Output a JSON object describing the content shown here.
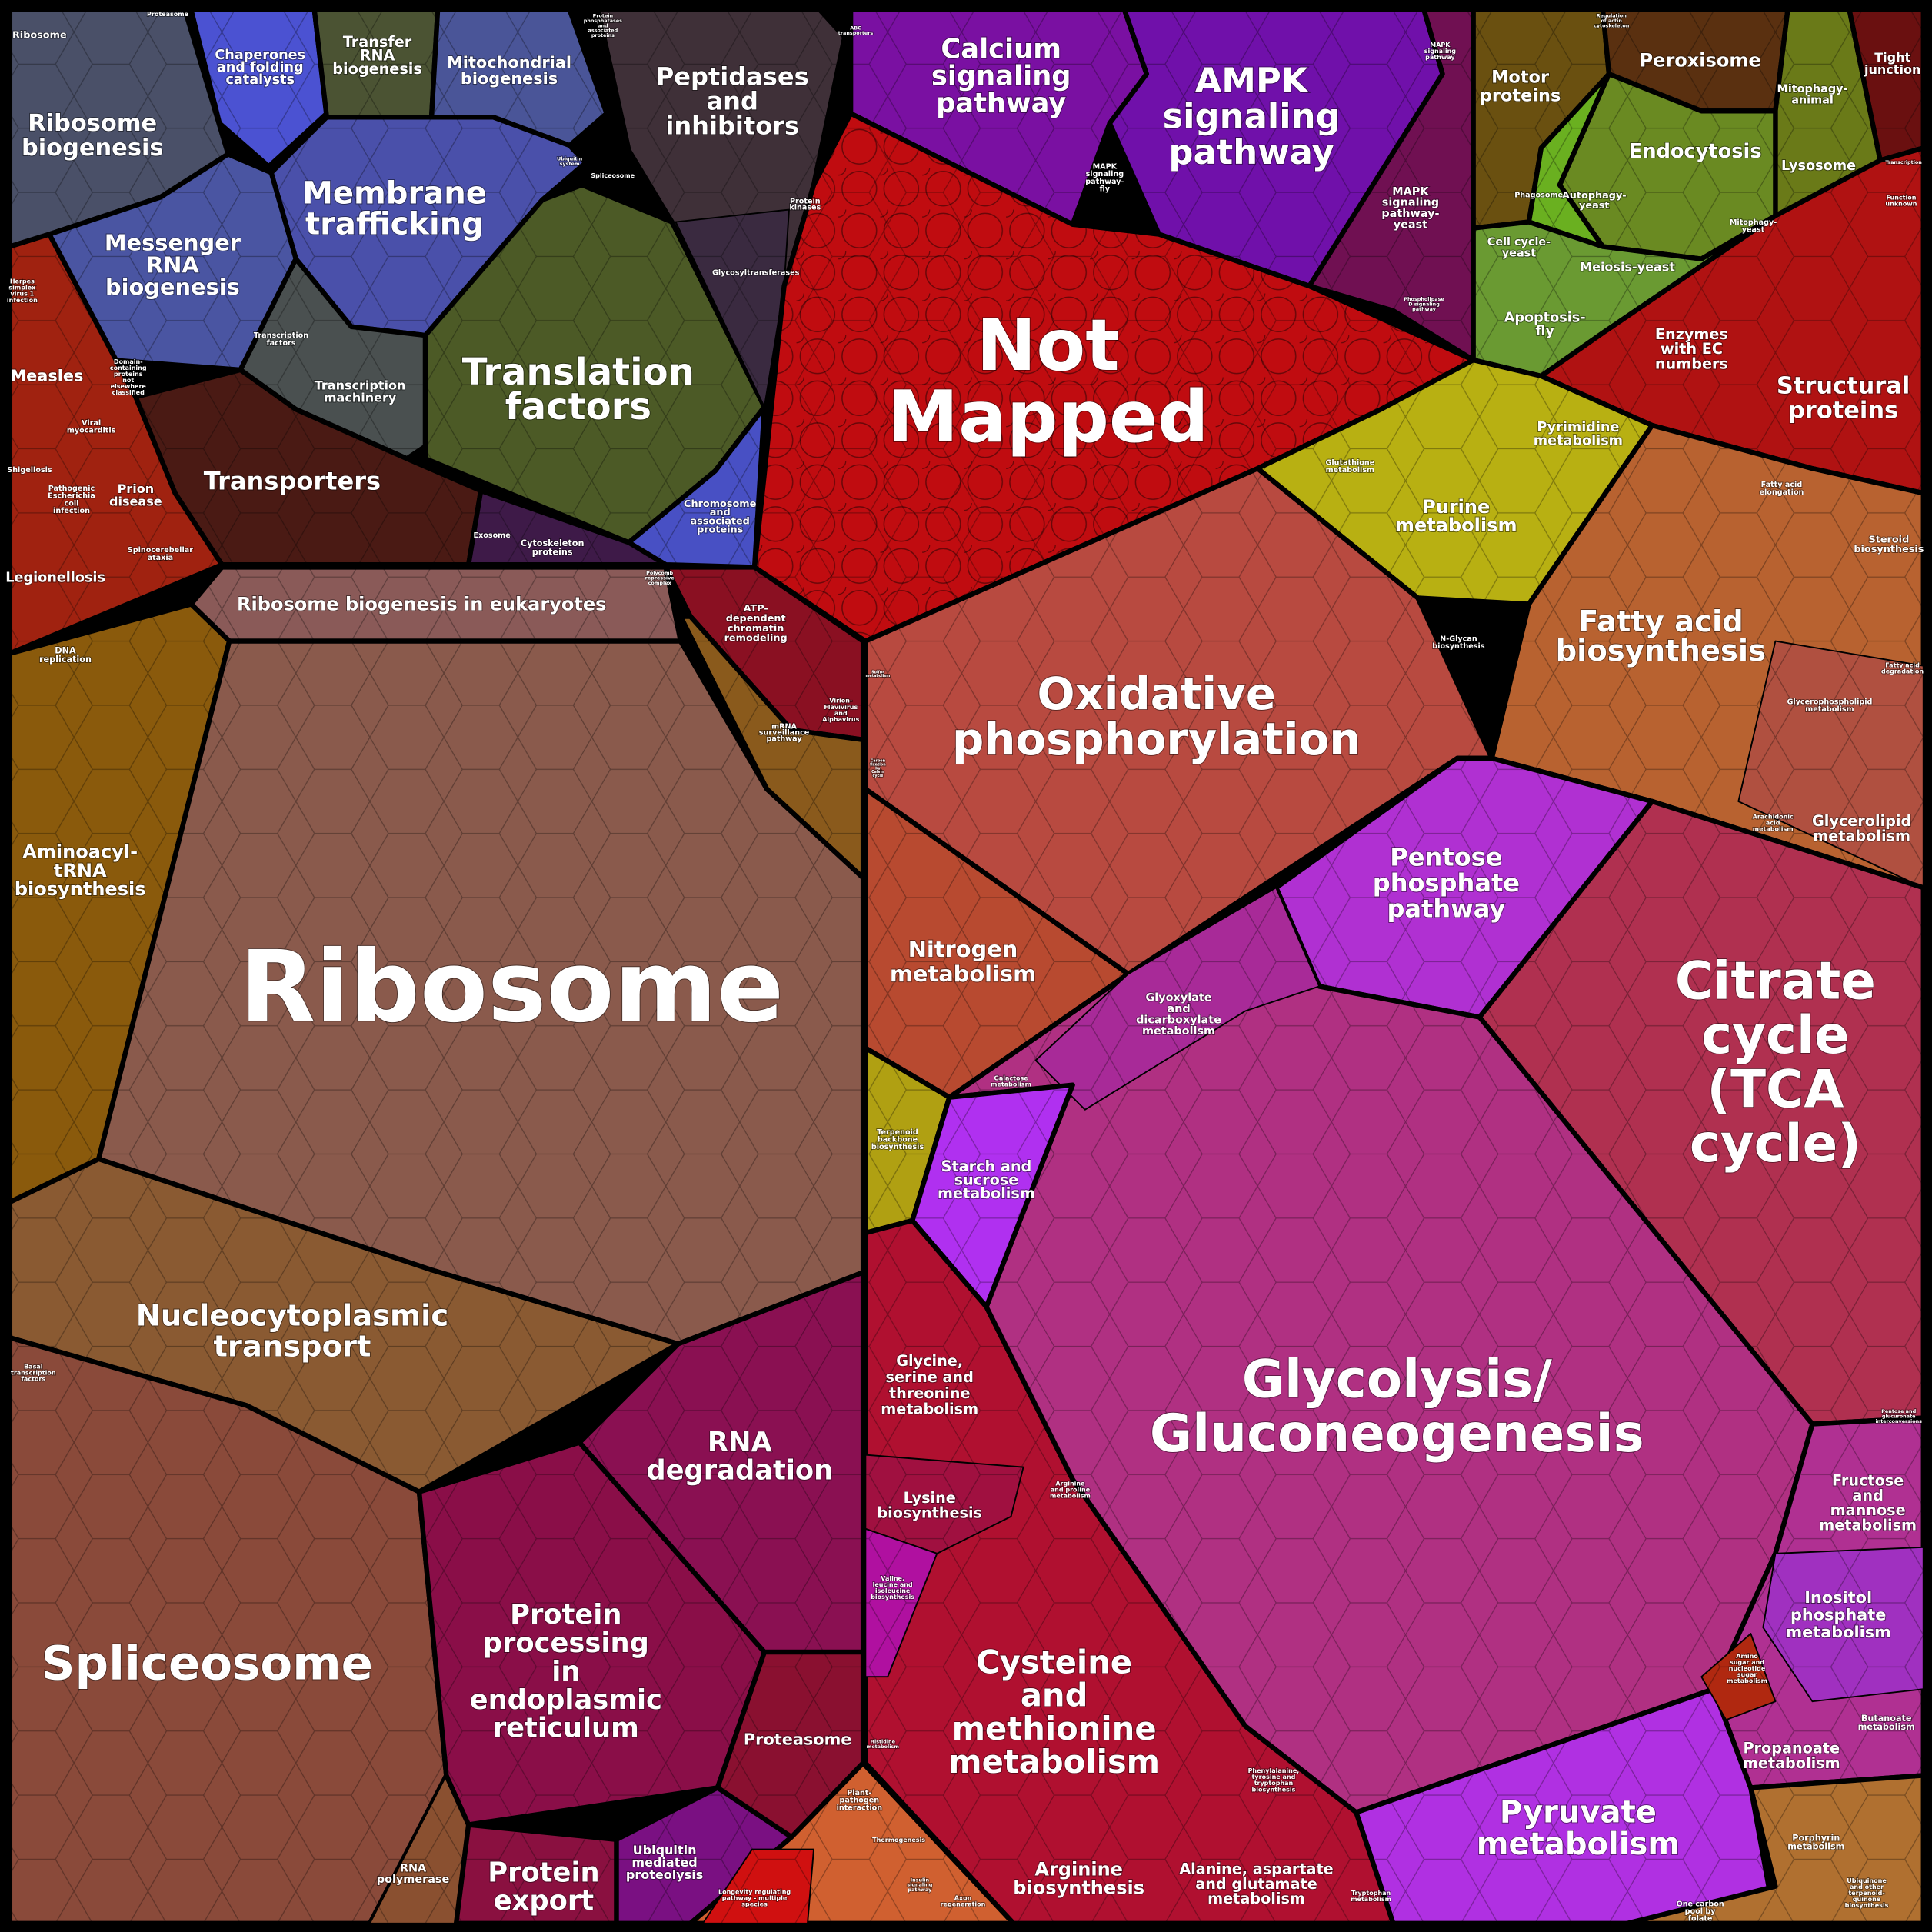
{
  "labels": {
    "ribosome": {
      "lines": [
        "Ribosome"
      ]
    },
    "not_mapped": {
      "lines": [
        "Not",
        "Mapped"
      ]
    },
    "glycolysis": {
      "lines": [
        "Glycolysis/",
        "Gluconeogenesis"
      ]
    },
    "citrate": {
      "lines": [
        "Citrate",
        "cycle",
        "(TCA",
        "cycle)"
      ]
    },
    "oxphos": {
      "lines": [
        "Oxidative",
        "phosphorylation"
      ]
    },
    "spliceosome": {
      "lines": [
        "Spliceosome"
      ]
    },
    "nucleo": {
      "lines": [
        "Nucleocytoplasmic",
        "transport"
      ]
    },
    "translation": {
      "lines": [
        "Translation",
        "factors"
      ]
    },
    "membrane": {
      "lines": [
        "Membrane",
        "trafficking"
      ]
    },
    "peptidases": {
      "lines": [
        "Peptidases",
        "and",
        "inhibitors"
      ]
    },
    "mrna": {
      "lines": [
        "Messenger",
        "RNA",
        "biogenesis"
      ]
    },
    "ribo_bio": {
      "lines": [
        "Ribosome",
        "biogenesis"
      ]
    },
    "transporters": {
      "lines": [
        "Transporters"
      ]
    },
    "ampk": {
      "lines": [
        "AMPK",
        "signaling",
        "pathway"
      ]
    },
    "calcium": {
      "lines": [
        "Calcium",
        "signaling",
        "pathway"
      ]
    },
    "fatty_bio": {
      "lines": [
        "Fatty acid",
        "biosynthesis"
      ]
    },
    "pentose": {
      "lines": [
        "Pentose",
        "phosphate",
        "pathway"
      ]
    },
    "nitrogen": {
      "lines": [
        "Nitrogen",
        "metabolism"
      ]
    },
    "cysteine": {
      "lines": [
        "Cysteine",
        "and",
        "methionine",
        "metabolism"
      ]
    },
    "protein_er": {
      "lines": [
        "Protein",
        "processing",
        "in",
        "endoplasmic",
        "reticulum"
      ]
    },
    "rna_deg": {
      "lines": [
        "RNA",
        "degradation"
      ]
    },
    "pyruvate": {
      "lines": [
        "Pyruvate",
        "metabolism"
      ]
    },
    "protein_export": {
      "lines": [
        "Protein",
        "export"
      ]
    },
    "structural": {
      "lines": [
        "Structural",
        "proteins"
      ]
    },
    "aminoacyl": {
      "lines": [
        "Aminoacyl-",
        "tRNA",
        "biosynthesis"
      ]
    },
    "purine": {
      "lines": [
        "Purine",
        "metabolism"
      ]
    },
    "endocytosis": {
      "lines": [
        "Endocytosis"
      ]
    },
    "peroxisome": {
      "lines": [
        "Peroxisome"
      ]
    },
    "motor": {
      "lines": [
        "Motor",
        "proteins"
      ]
    },
    "enzymes_ec": {
      "lines": [
        "Enzymes",
        "with EC",
        "numbers"
      ]
    },
    "glycerolipid": {
      "lines": [
        "Glycerolipid",
        "metabolism"
      ]
    },
    "inositol": {
      "lines": [
        "Inositol",
        "phosphate",
        "metabolism"
      ]
    },
    "fructose": {
      "lines": [
        "Fructose",
        "and",
        "mannose",
        "metabolism"
      ]
    },
    "propanoate": {
      "lines": [
        "Propanoate",
        "metabolism"
      ]
    },
    "glycine": {
      "lines": [
        "Glycine,",
        "serine and",
        "threonine",
        "metabolism"
      ]
    },
    "lysine": {
      "lines": [
        "Lysine",
        "biosynthesis"
      ]
    },
    "starch": {
      "lines": [
        "Starch and",
        "sucrose",
        "metabolism"
      ]
    },
    "arginine": {
      "lines": [
        "Arginine",
        "biosynthesis"
      ]
    },
    "alanine": {
      "lines": [
        "Alanine, aspartate",
        "and glutamate",
        "metabolism"
      ]
    },
    "proteasome": {
      "lines": [
        "Proteasome"
      ]
    },
    "ubiquitin_prot": {
      "lines": [
        "Ubiquitin",
        "mediated",
        "proteolysis"
      ]
    },
    "rna_pol": {
      "lines": [
        "RNA",
        "polymerase"
      ]
    },
    "mito_bio": {
      "lines": [
        "Mitochondrial",
        "biogenesis"
      ]
    },
    "trna_bio": {
      "lines": [
        "Transfer",
        "RNA",
        "biogenesis"
      ]
    },
    "chaperones": {
      "lines": [
        "Chaperones",
        "and folding",
        "catalysts"
      ]
    },
    "measles": {
      "lines": [
        "Measles"
      ]
    },
    "legionellosis": {
      "lines": [
        "Legionellosis"
      ]
    },
    "prion": {
      "lines": [
        "Prion",
        "disease"
      ]
    },
    "shigellosis": {
      "lines": [
        "Shigellosis"
      ]
    },
    "ecoli": {
      "lines": [
        "Pathogenic",
        "Escherichia",
        "coli",
        "infection"
      ]
    },
    "spino": {
      "lines": [
        "Spinocerebellar",
        "ataxia"
      ]
    },
    "viral_myo": {
      "lines": [
        "Viral",
        "myocarditis"
      ]
    },
    "herpes": {
      "lines": [
        "Herpes",
        "simplex",
        "virus 1",
        "infection"
      ]
    },
    "dna_rep": {
      "lines": [
        "DNA",
        "replication"
      ]
    },
    "domain": {
      "lines": [
        "Domain-",
        "containing",
        "proteins",
        "not",
        "elsewhere",
        "classified"
      ]
    },
    "ribo_euk": {
      "lines": [
        "Ribosome biogenesis in eukaryotes"
      ]
    },
    "pyrimidine": {
      "lines": [
        "Pyrimidine",
        "metabolism"
      ]
    },
    "tight": {
      "lines": [
        "Tight",
        "junction"
      ]
    },
    "lysosome": {
      "lines": [
        "Lysosome"
      ]
    },
    "mitophagy_an": {
      "lines": [
        "Mitophagy-",
        "animal"
      ]
    },
    "mitophagy_y": {
      "lines": [
        "Mitophagy-",
        "yeast"
      ]
    },
    "apoptosis": {
      "lines": [
        "Apoptosis-",
        "fly"
      ]
    },
    "meiosis": {
      "lines": [
        "Meiosis-yeast"
      ]
    },
    "cellcycle": {
      "lines": [
        "Cell cycle-",
        "yeast"
      ]
    },
    "autophagy": {
      "lines": [
        "Autophagy-",
        "yeast"
      ]
    },
    "phagosome": {
      "lines": [
        "Phagosome"
      ]
    },
    "glyoxylate": {
      "lines": [
        "Glyoxylate",
        "and",
        "dicarboxylate",
        "metabolism"
      ]
    },
    "atp_chrom": {
      "lines": [
        "ATP-",
        "dependent",
        "chromatin",
        "remodeling"
      ]
    },
    "chromosome": {
      "lines": [
        "Chromosome",
        "and",
        "associated",
        "proteins"
      ]
    },
    "cytoskeleton": {
      "lines": [
        "Cytoskeleton",
        "proteins"
      ]
    },
    "exosome": {
      "lines": [
        "Exosome"
      ]
    },
    "trans_mach": {
      "lines": [
        "Transcription",
        "machinery"
      ]
    },
    "trans_fac": {
      "lines": [
        "Transcription",
        "factors"
      ]
    },
    "mapk_yeast": {
      "lines": [
        "MAPK",
        "signaling",
        "pathway-",
        "yeast"
      ]
    },
    "mapk_fly": {
      "lines": [
        "MAPK",
        "signaling",
        "pathway-",
        "fly"
      ]
    },
    "mapk": {
      "lines": [
        "MAPK",
        "signaling",
        "pathway"
      ]
    },
    "glutathione": {
      "lines": [
        "Glutathione",
        "metabolism"
      ]
    },
    "nglycan": {
      "lines": [
        "N-Glycan",
        "biosynthesis"
      ]
    },
    "amino_sugar": {
      "lines": [
        "Amino",
        "sugar and",
        "nucleotide",
        "sugar",
        "metabolism"
      ]
    },
    "butanoate": {
      "lines": [
        "Butanoate",
        "metabolism"
      ]
    },
    "porphyrin": {
      "lines": [
        "Porphyrin",
        "metabolism"
      ]
    },
    "terpenoid": {
      "lines": [
        "Terpenoid",
        "backbone",
        "biosynthesis"
      ]
    },
    "ribosome_small": {
      "lines": [
        "Ribosome"
      ]
    },
    "proteasome_small": {
      "lines": [
        "Proteasome"
      ]
    },
    "ubiq_system": {
      "lines": [
        "Ubiquitin",
        "system"
      ]
    },
    "spliceo_small": {
      "lines": [
        "Spliceosome"
      ]
    },
    "protein_kinases": {
      "lines": [
        "Protein",
        "kinases"
      ]
    },
    "glycosyl": {
      "lines": [
        "Glycosyltransferases"
      ]
    },
    "polycomb": {
      "lines": [
        "Polycomb",
        "repressive",
        "complex"
      ]
    },
    "mrna_surv": {
      "lines": [
        "mRNA",
        "surveillance",
        "pathway"
      ]
    },
    "virion": {
      "lines": [
        "Virion-",
        "Flavivirus",
        "and",
        "Alphavirus"
      ]
    },
    "basal": {
      "lines": [
        "Basal",
        "transcription",
        "factors"
      ]
    },
    "fatty_elong": {
      "lines": [
        "Fatty acid",
        "elongation"
      ]
    },
    "steroid": {
      "lines": [
        "Steroid",
        "biosynthesis"
      ]
    },
    "fatty_deg": {
      "lines": [
        "Fatty acid",
        "degradation"
      ]
    },
    "glycerophos": {
      "lines": [
        "Glycerophospholipid",
        "metabolism"
      ]
    },
    "arachidonic": {
      "lines": [
        "Arachidonic",
        "acid",
        "metabolism"
      ]
    },
    "galactose": {
      "lines": [
        "Galactose",
        "metabolism"
      ]
    },
    "arg_pro": {
      "lines": [
        "Arginine",
        "and proline",
        "metabolism"
      ]
    },
    "valine": {
      "lines": [
        "Valine,",
        "leucine and",
        "isoleucine",
        "biosynthesis"
      ]
    },
    "phenylalanine": {
      "lines": [
        "Phenylalanine,",
        "tyrosine and",
        "tryptophan",
        "biosynthesis"
      ]
    },
    "tryptophan": {
      "lines": [
        "Tryptophan",
        "metabolism"
      ]
    },
    "histidine": {
      "lines": [
        "Histidine",
        "metabolism"
      ]
    },
    "ubiquinone": {
      "lines": [
        "Ubiquinone",
        "and other",
        "terpenoid-",
        "quinone",
        "biosynthesis"
      ]
    },
    "one_carbon": {
      "lines": [
        "One carbon",
        "pool by",
        "folate"
      ]
    },
    "plant_path": {
      "lines": [
        "Plant-",
        "pathogen",
        "interaction"
      ]
    },
    "thermogenesis": {
      "lines": [
        "Thermogenesis"
      ]
    },
    "longevity": {
      "lines": [
        "Longevity regulating",
        "pathway - multiple",
        "species"
      ]
    },
    "insulin": {
      "lines": [
        "Insulin",
        "signaling",
        "pathway"
      ]
    },
    "axon": {
      "lines": [
        "Axon",
        "regeneration"
      ]
    },
    "function_unknown": {
      "lines": [
        "Function",
        "unknown"
      ]
    },
    "transcription_r": {
      "lines": [
        "Transcription"
      ]
    },
    "abc": {
      "lines": [
        "ABC",
        "transporters"
      ]
    },
    "actin": {
      "lines": [
        "Regulation",
        "of actin",
        "cytoskeleton"
      ]
    },
    "phospholipase": {
      "lines": [
        "Phospholipase",
        "D signaling",
        "pathway"
      ]
    },
    "pentose_gluc": {
      "lines": [
        "Pentose and",
        "glucuronate",
        "interconversions"
      ]
    },
    "protein_phos": {
      "lines": [
        "Protein",
        "phosphatases",
        "and",
        "associated",
        "proteins"
      ]
    },
    "carbon_fix": {
      "lines": [
        "Carbon",
        "fixation",
        "by",
        "Calvin",
        "cycle"
      ]
    },
    "sulfur": {
      "lines": [
        "Sulfur",
        "metabolism"
      ]
    }
  }
}
